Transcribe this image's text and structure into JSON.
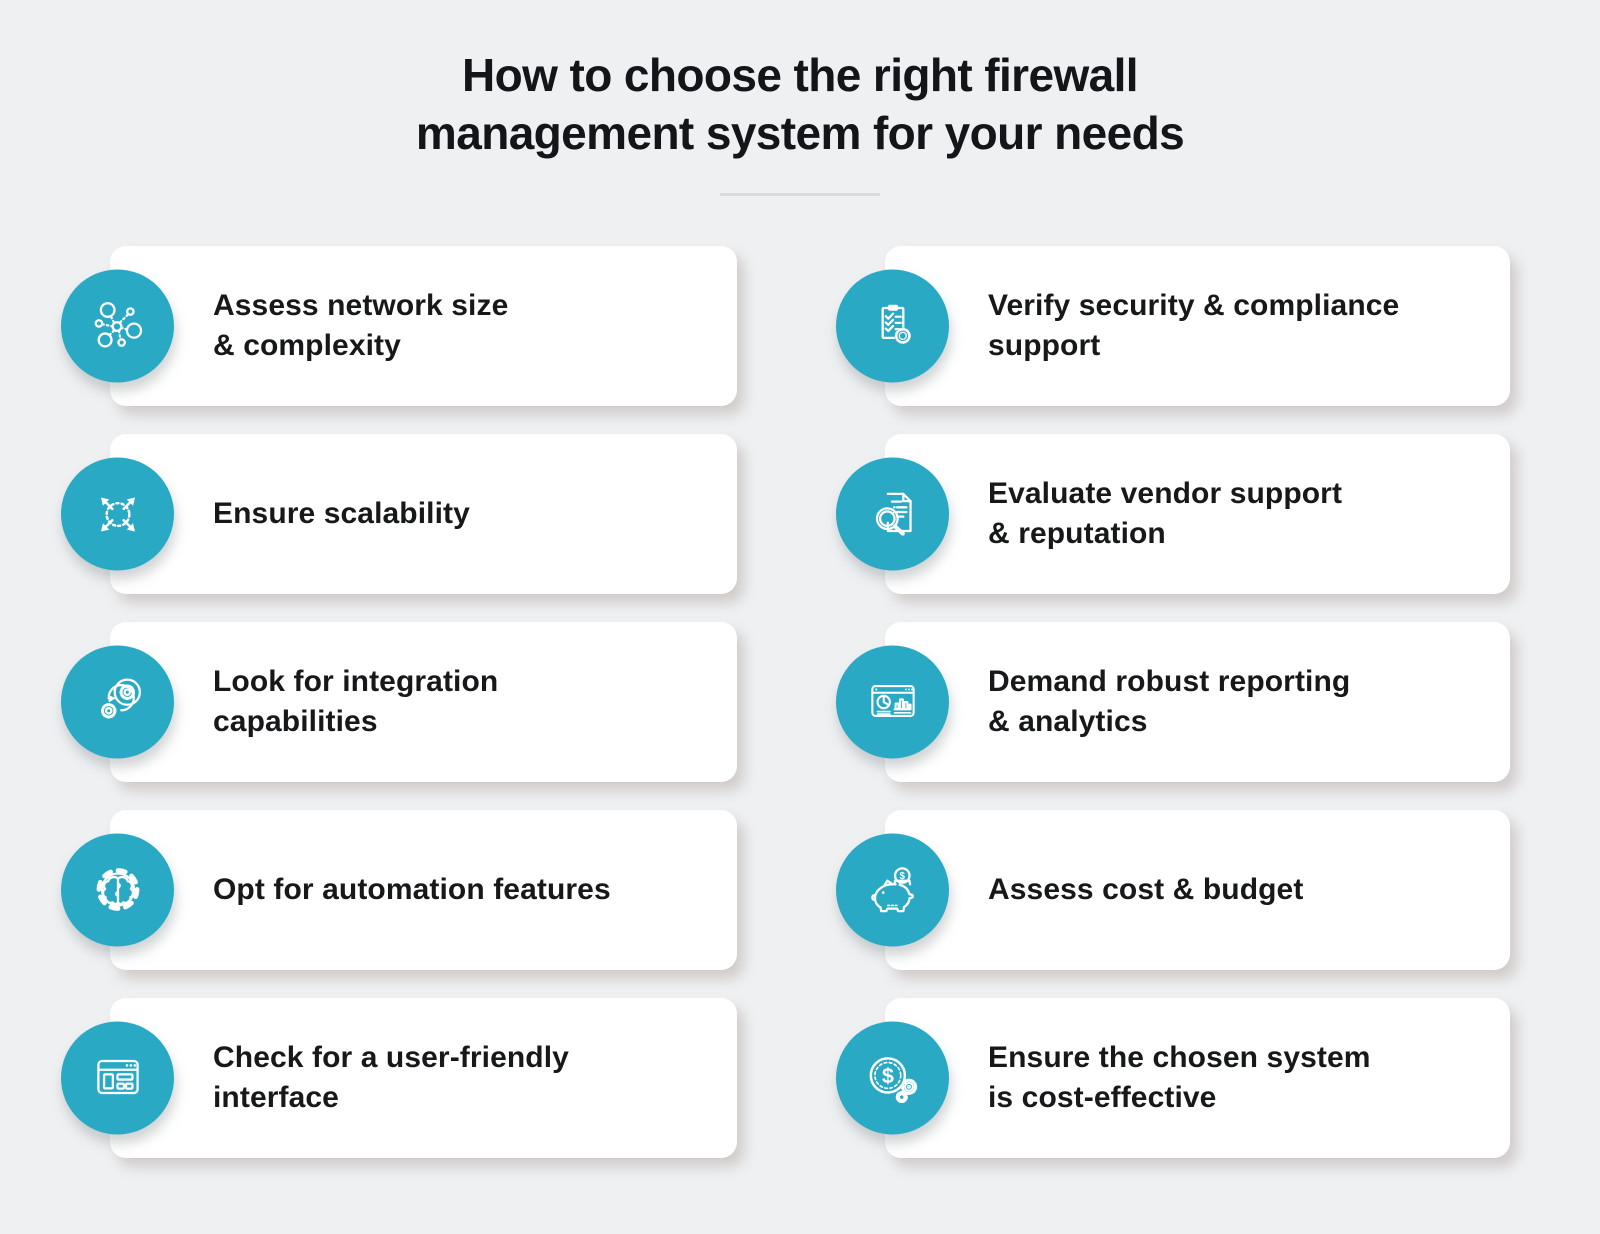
{
  "title": "How to choose the right firewall\nmanagement system for your needs",
  "colors": {
    "background": "#eef0f2",
    "card": "#ffffff",
    "accent_teal": "#2aa9c4",
    "text": "#17181a",
    "divider": "#d8dadc"
  },
  "cards": {
    "left": [
      {
        "label": "Assess network size\n& complexity",
        "icon": "network-nodes-icon"
      },
      {
        "label": "Ensure scalability",
        "icon": "expand-arrows-icon"
      },
      {
        "label": "Look for integration\ncapabilities",
        "icon": "integration-gears-icon"
      },
      {
        "label": "Opt for automation features",
        "icon": "automation-brain-gear-icon"
      },
      {
        "label": "Check for a user-friendly\ninterface",
        "icon": "browser-interface-icon"
      }
    ],
    "right": [
      {
        "label": "Verify security & compliance\nsupport",
        "icon": "compliance-checklist-icon"
      },
      {
        "label": "Evaluate vendor support\n& reputation",
        "icon": "document-magnifier-icon"
      },
      {
        "label": "Demand robust reporting\n& analytics",
        "icon": "analytics-dashboard-icon"
      },
      {
        "label": "Assess cost & budget",
        "icon": "piggy-bank-icon"
      },
      {
        "label": "Ensure the chosen system\nis cost-effective",
        "icon": "dollar-coin-gears-icon"
      }
    ]
  }
}
